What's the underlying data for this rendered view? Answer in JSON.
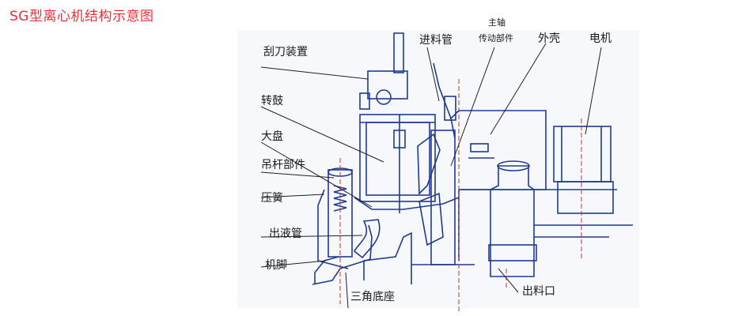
{
  "title": "SG型离心机结构示意图",
  "labels": {
    "scraper": "刮刀装置",
    "drum": "转鼓",
    "big_plate": "大盘",
    "hanger": "吊杆部件",
    "spring": "压簧",
    "liquid_outlet": "出液管",
    "foot": "机脚",
    "tripod_base": "三角底座",
    "feed_pipe": "进料管",
    "main_shaft_1": "主轴",
    "main_shaft_2": "传动部件",
    "casing": "外壳",
    "motor": "电机",
    "discharge": "出料口"
  },
  "colors": {
    "title": "#e8313a",
    "drawing_blue": "#1f3a93",
    "centerline_red": "#c0392b",
    "label_line": "#222222"
  }
}
